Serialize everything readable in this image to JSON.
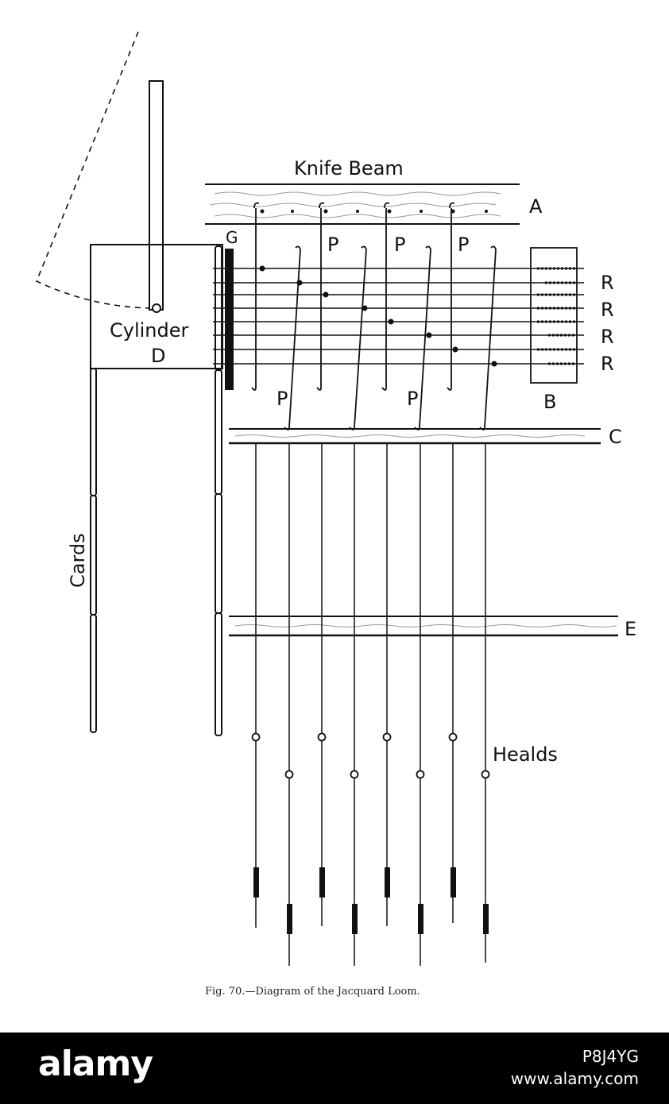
{
  "diagram": {
    "labels": {
      "knife_beam": "Knife Beam",
      "a": "A",
      "g": "G",
      "p_top_1": "P",
      "p_top_2": "P",
      "p_top_3": "P",
      "p_bottom_1": "P",
      "p_bottom_2": "P",
      "r_1": "R",
      "r_2": "R",
      "r_3": "R",
      "r_4": "R",
      "b": "B",
      "c": "C",
      "e": "E",
      "cylinder": "Cylinder",
      "d": "D",
      "cards": "Cards",
      "healds": "Healds"
    },
    "caption": "Fig. 70.—Diagram of the Jacquard Loom."
  },
  "footer": {
    "brand": "alamy",
    "image_id": "P8J4YG",
    "url": "www.alamy.com"
  },
  "colors": {
    "ink": "#111111",
    "paper": "#ffffff",
    "footer_bg": "#000000"
  }
}
